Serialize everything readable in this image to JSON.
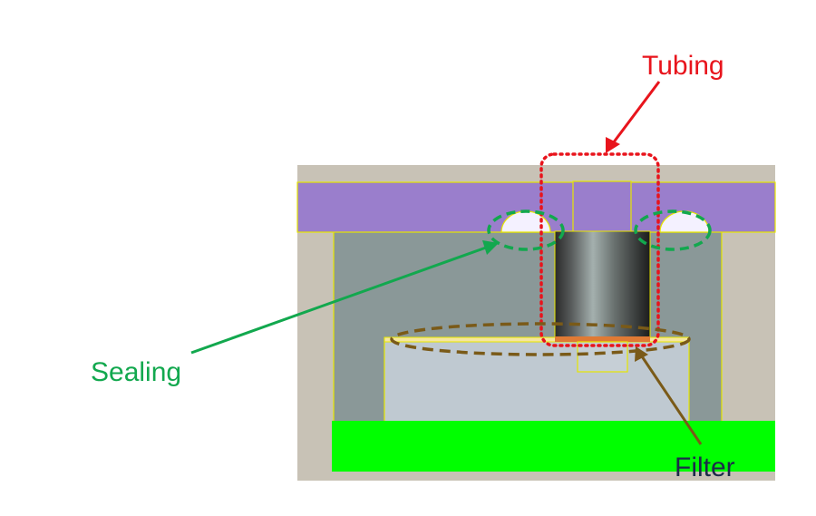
{
  "labels": {
    "tubing": "Tubing",
    "sealing": "Sealing",
    "filter": "Filter"
  },
  "colors": {
    "tubing": "#e8141c",
    "sealing": "#12a84e",
    "filter": "#7a5a18",
    "filter_text": "#1c2a4a",
    "housing": "#c8c2b6",
    "cavity": "#8a9898",
    "lid": "#9a7ecc",
    "base": "#00ff00",
    "chamber": "#bfc9d1",
    "outline": "#e6e600"
  }
}
